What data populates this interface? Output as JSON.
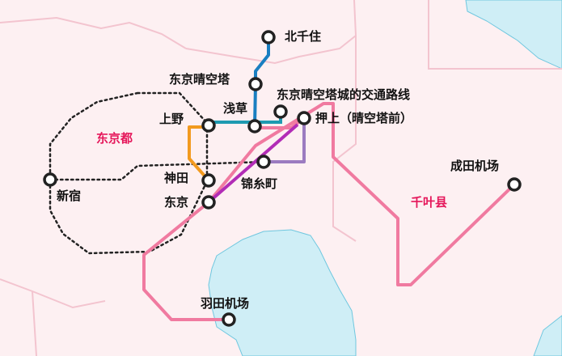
{
  "colors": {
    "land": "#fdf0f2",
    "water": "#cfeef6",
    "water_edge": "#6fc7df",
    "boundary": "#f3c4cf",
    "jr_loop": "#222222",
    "tobu_skytree": "#1a7fc1",
    "hibiya_line": "#f29a1f",
    "ginza_line": "#1e9ab1",
    "keisei_access": "#f07aa0",
    "hanzomon_line": "#9b7bc0",
    "oshiage_link": "#b22cb6",
    "station_fill": "#ffffff",
    "station_stroke": "#222222",
    "region_label": "#e5165a"
  },
  "regions": {
    "tokyo": "东京都",
    "chiba": "千叶县"
  },
  "stations": {
    "kitasenju": "北千住",
    "tokyo_skytree": "东京晴空塔",
    "skytree_town_route": "东京晴空塔城的交通路线",
    "asakusa": "浅草",
    "ueno": "上野",
    "oshiage": "押上（晴空塔前）",
    "kanda": "神田",
    "kinshicho": "锦糸町",
    "tokyo": "东京",
    "shinjuku": "新宿",
    "narita_airport": "成田机场",
    "haneda_airport": "羽田机场"
  }
}
